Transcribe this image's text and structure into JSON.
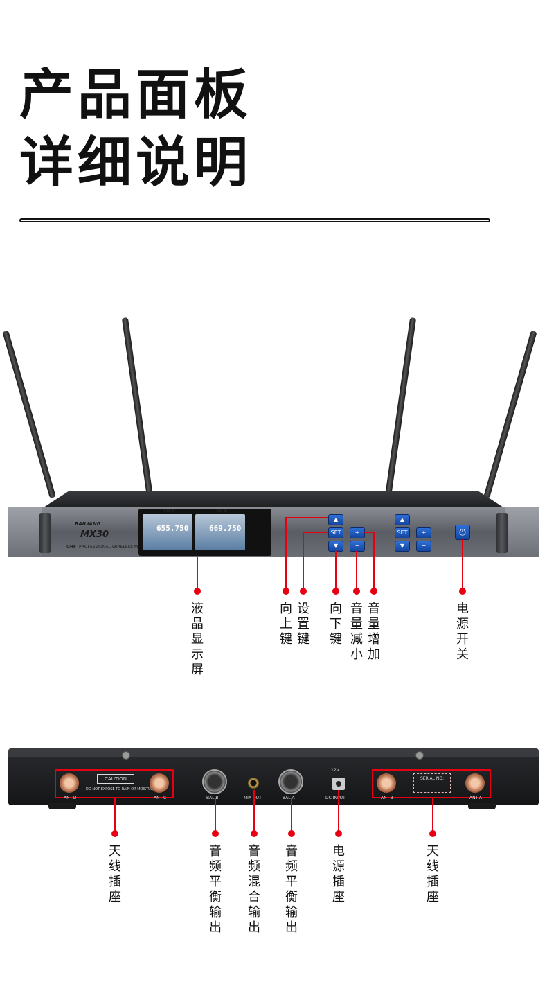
{
  "heading": {
    "line1": "产品面板",
    "line2": "详细说明"
  },
  "front": {
    "brand": "BAILIANG",
    "model": "MX30",
    "tagline": "PROFESSIONAL WIRELESS MICROPHONE",
    "band": "UHF",
    "ch_a": {
      "label": "CH-A",
      "freq": "655.750"
    },
    "ch_b": {
      "label": "CH-B",
      "freq": "669.750"
    },
    "buttons": {
      "set": "SET",
      "up": "▲",
      "down": "▼",
      "plus": "+",
      "minus": "−",
      "power": "⏻"
    },
    "callouts": {
      "lcd": "液晶显示屏",
      "up": "向上键",
      "set": "设置键",
      "down": "向下键",
      "vol_down": "音量减小",
      "vol_up": "音量增加",
      "power": "电源开关"
    }
  },
  "rear": {
    "ant_d": "ANT-D",
    "ant_c": "ANT-C",
    "ant_b": "ANT-B",
    "ant_a": "ANT-A",
    "caution": "CAUTION",
    "caution_note": "DO NOT EXPOSE TO RAIN OR MOISTURE",
    "bal_b": "BAL-B",
    "mix_out": "MIX OUT",
    "bal_a": "BAL-A",
    "dc_voltage": "12V",
    "dc_input": "DC INPUT",
    "serial": "SERIAL NO:",
    "callouts": {
      "antenna_left": "天线插座",
      "bal_b": "音频平衡输出",
      "mix": "音频混合输出",
      "bal_a": "音频平衡输出",
      "power": "电源插座",
      "antenna_right": "天线插座"
    }
  },
  "colors": {
    "accent": "#e60012",
    "button": "#1e5bc6"
  }
}
